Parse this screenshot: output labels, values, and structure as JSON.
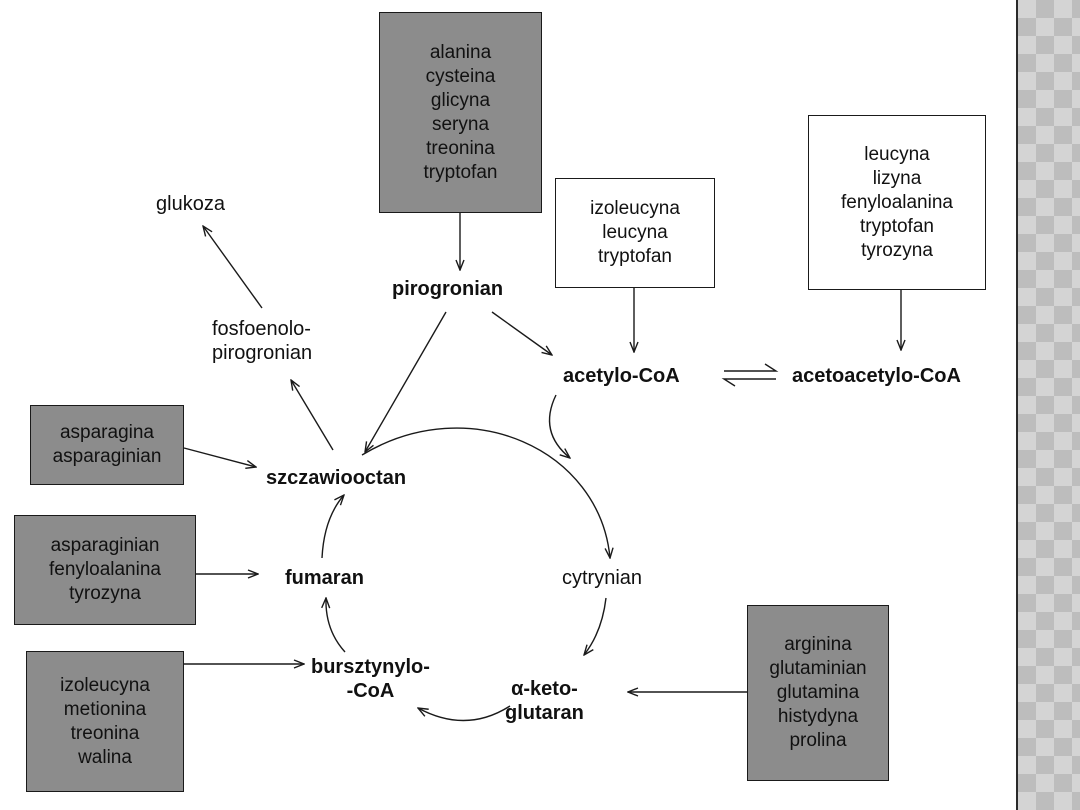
{
  "boxes": {
    "pyruvate_sources": [
      "alanina",
      "cysteina",
      "glicyna",
      "seryna",
      "treonina",
      "tryptofan"
    ],
    "acetyl_sources": [
      "izoleucyna",
      "leucyna",
      "tryptofan"
    ],
    "acetoacetyl_sources": [
      "leucyna",
      "lizyna",
      "fenyloalanina",
      "tryptofan",
      "tyrozyna"
    ],
    "oxaloacetate_sources": [
      "asparagina",
      "asparaginian"
    ],
    "fumarate_sources": [
      "asparaginian",
      "fenyloalanina",
      "tyrozyna"
    ],
    "succinyl_sources": [
      "izoleucyna",
      "metionina",
      "treonina",
      "walina"
    ],
    "ketoglutarate_sources": [
      "arginina",
      "glutaminian",
      "glutamina",
      "histydyna",
      "prolina"
    ]
  },
  "labels": {
    "glukoza": "glukoza",
    "pep_line1": "fosfoenolo-",
    "pep_line2": "pirogronian",
    "pirogronian": "pirogronian",
    "acetylo_coa": "acetylo-CoA",
    "acetoacetylo_coa": "acetoacetylo-CoA",
    "szczawiooctan": "szczawiooctan",
    "cytrynian": "cytrynian",
    "fumaran": "fumaran",
    "bursztynylo_line1": "bursztynylo-",
    "bursztynylo_line2": "-CoA",
    "ketoglutaran_line1": "α-keto-",
    "ketoglutaran_line2": "glutaran"
  },
  "colors": {
    "dark_box": "#8c8c8c",
    "line": "#1a1a1a",
    "background": "#ffffff"
  }
}
